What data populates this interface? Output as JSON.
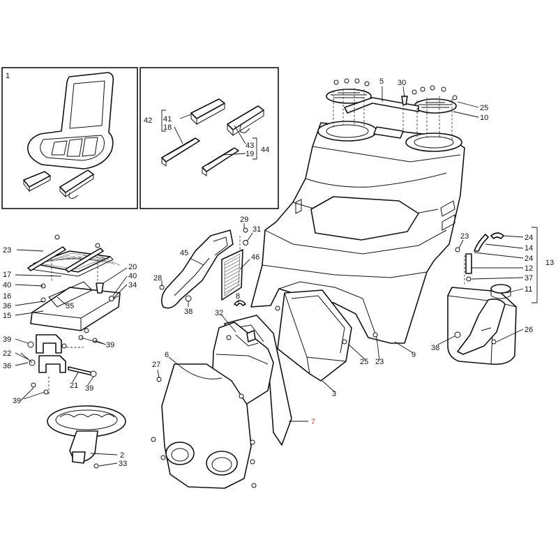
{
  "diagram": {
    "callout_color": "#111111",
    "highlight_color": "#c0392b",
    "callouts": [
      {
        "id": "c1",
        "text": "1"
      },
      {
        "id": "c2",
        "text": "2"
      },
      {
        "id": "c3",
        "text": "3"
      },
      {
        "id": "c5",
        "text": "5"
      },
      {
        "id": "c6",
        "text": "6"
      },
      {
        "id": "c7",
        "text": "7",
        "highlight": true
      },
      {
        "id": "c8",
        "text": "8"
      },
      {
        "id": "c9",
        "text": "9"
      },
      {
        "id": "c10",
        "text": "10"
      },
      {
        "id": "c11",
        "text": "11"
      },
      {
        "id": "c12",
        "text": "12"
      },
      {
        "id": "c13",
        "text": "13"
      },
      {
        "id": "c14",
        "text": "14"
      },
      {
        "id": "c15",
        "text": "15"
      },
      {
        "id": "c16",
        "text": "16"
      },
      {
        "id": "c17",
        "text": "17"
      },
      {
        "id": "c18",
        "text": "18"
      },
      {
        "id": "c19",
        "text": "19"
      },
      {
        "id": "c20",
        "text": "20"
      },
      {
        "id": "c21",
        "text": "21"
      },
      {
        "id": "c22",
        "text": "22"
      },
      {
        "id": "c23a",
        "text": "23"
      },
      {
        "id": "c23b",
        "text": "23"
      },
      {
        "id": "c23c",
        "text": "23"
      },
      {
        "id": "c24a",
        "text": "24"
      },
      {
        "id": "c24b",
        "text": "24"
      },
      {
        "id": "c25a",
        "text": "25"
      },
      {
        "id": "c25b",
        "text": "25"
      },
      {
        "id": "c26",
        "text": "26"
      },
      {
        "id": "c27",
        "text": "27"
      },
      {
        "id": "c28",
        "text": "28"
      },
      {
        "id": "c29",
        "text": "29"
      },
      {
        "id": "c30",
        "text": "30"
      },
      {
        "id": "c31",
        "text": "31"
      },
      {
        "id": "c32",
        "text": "32"
      },
      {
        "id": "c33",
        "text": "33"
      },
      {
        "id": "c34",
        "text": "34"
      },
      {
        "id": "c35",
        "text": "35"
      },
      {
        "id": "c36a",
        "text": "36"
      },
      {
        "id": "c36b",
        "text": "36"
      },
      {
        "id": "c37",
        "text": "37"
      },
      {
        "id": "c38a",
        "text": "38"
      },
      {
        "id": "c38b",
        "text": "38"
      },
      {
        "id": "c39a",
        "text": "39"
      },
      {
        "id": "c39b",
        "text": "39"
      },
      {
        "id": "c39c",
        "text": "39"
      },
      {
        "id": "c39d",
        "text": "39"
      },
      {
        "id": "c40a",
        "text": "40"
      },
      {
        "id": "c40b",
        "text": "40"
      },
      {
        "id": "c41",
        "text": "41"
      },
      {
        "id": "c42",
        "text": "42"
      },
      {
        "id": "c43",
        "text": "43"
      },
      {
        "id": "c44",
        "text": "44"
      },
      {
        "id": "c45",
        "text": "45"
      },
      {
        "id": "c46",
        "text": "46"
      }
    ]
  }
}
